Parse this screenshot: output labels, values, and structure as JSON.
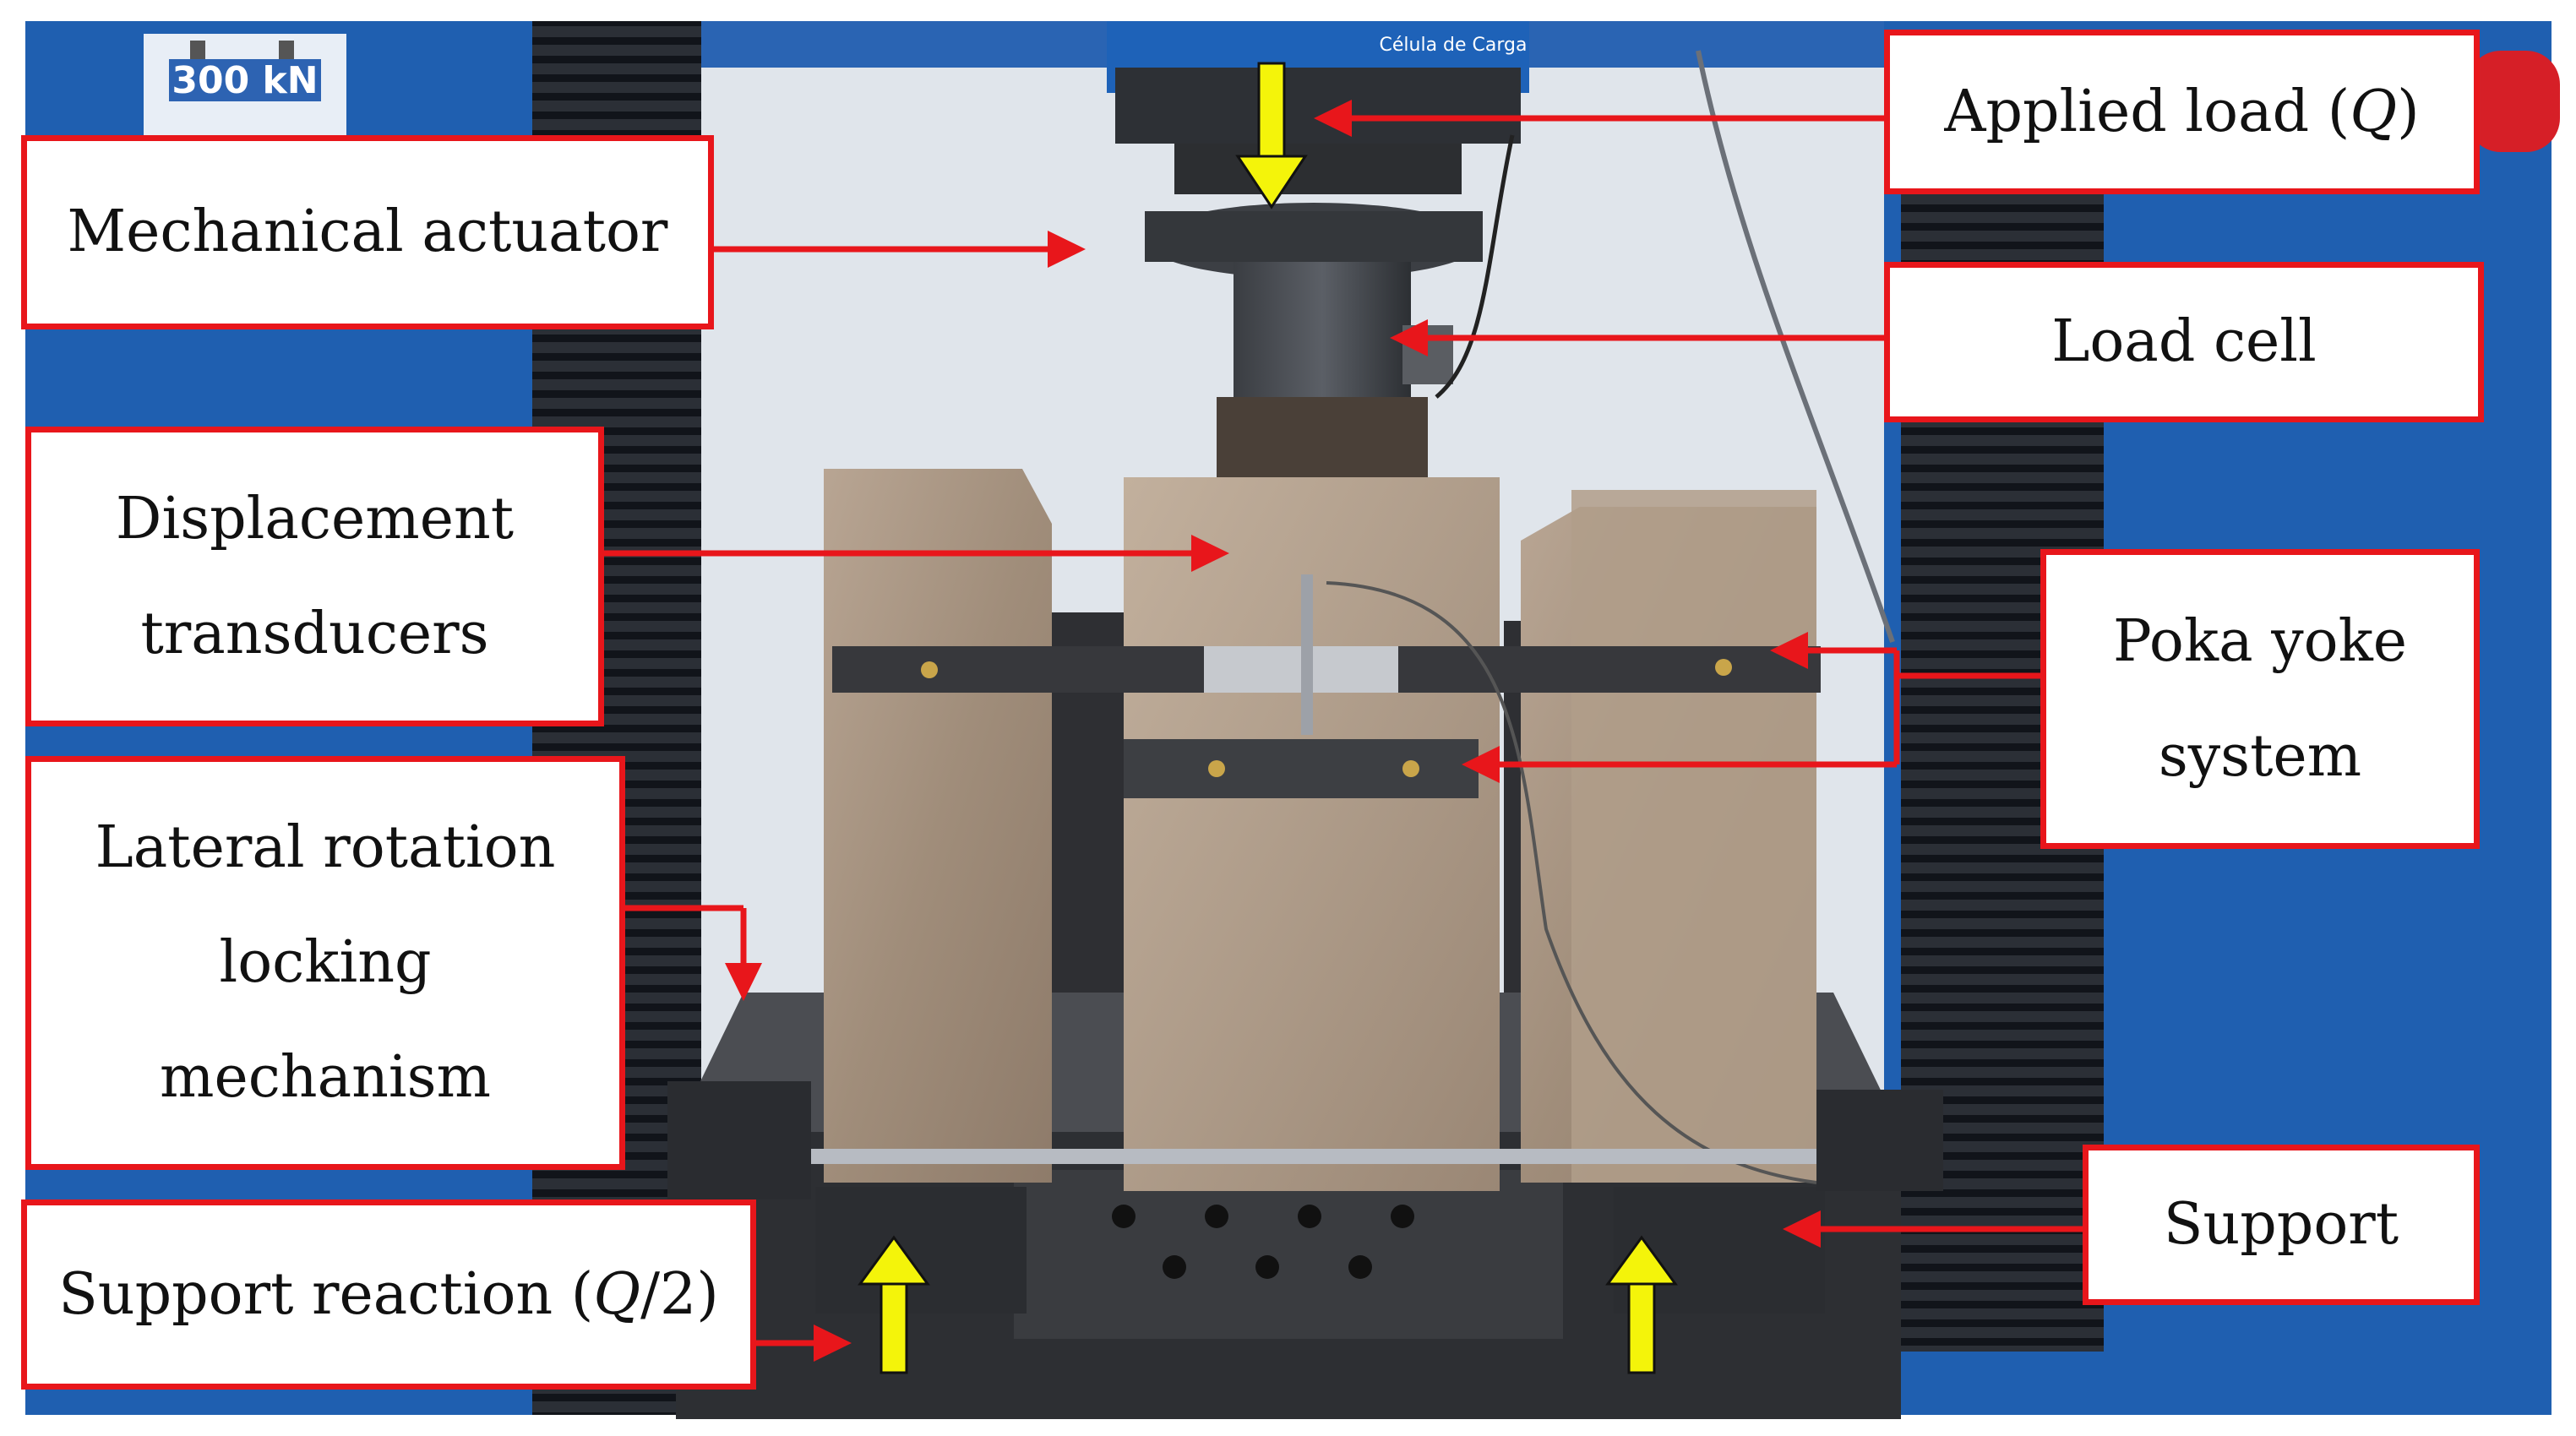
{
  "photo": {
    "machine_label": "300 kN",
    "load_cell_label": "Célula de Carga"
  },
  "callouts": {
    "applied_load": {
      "text": "Applied load (",
      "var": "Q",
      "suffix": ")"
    },
    "mechanical_actuator": {
      "text": "Mechanical actuator"
    },
    "load_cell": {
      "text": "Load cell"
    },
    "displacement_transducers": {
      "line1": "Displacement",
      "line2": "transducers"
    },
    "poka_yoke": {
      "line1": "Poka yoke",
      "line2": "system"
    },
    "lateral_rotation": {
      "line1": "Lateral rotation",
      "line2": "locking",
      "line3": "mechanism"
    },
    "support": {
      "text": "Support"
    },
    "support_reaction": {
      "text": "Support reaction (",
      "var": "Q",
      "suffix": "/2)"
    }
  },
  "colors": {
    "callout_border": "#e8161b",
    "load_arrow": "#f4f40a",
    "machine_frame": "#1f5fb0"
  }
}
